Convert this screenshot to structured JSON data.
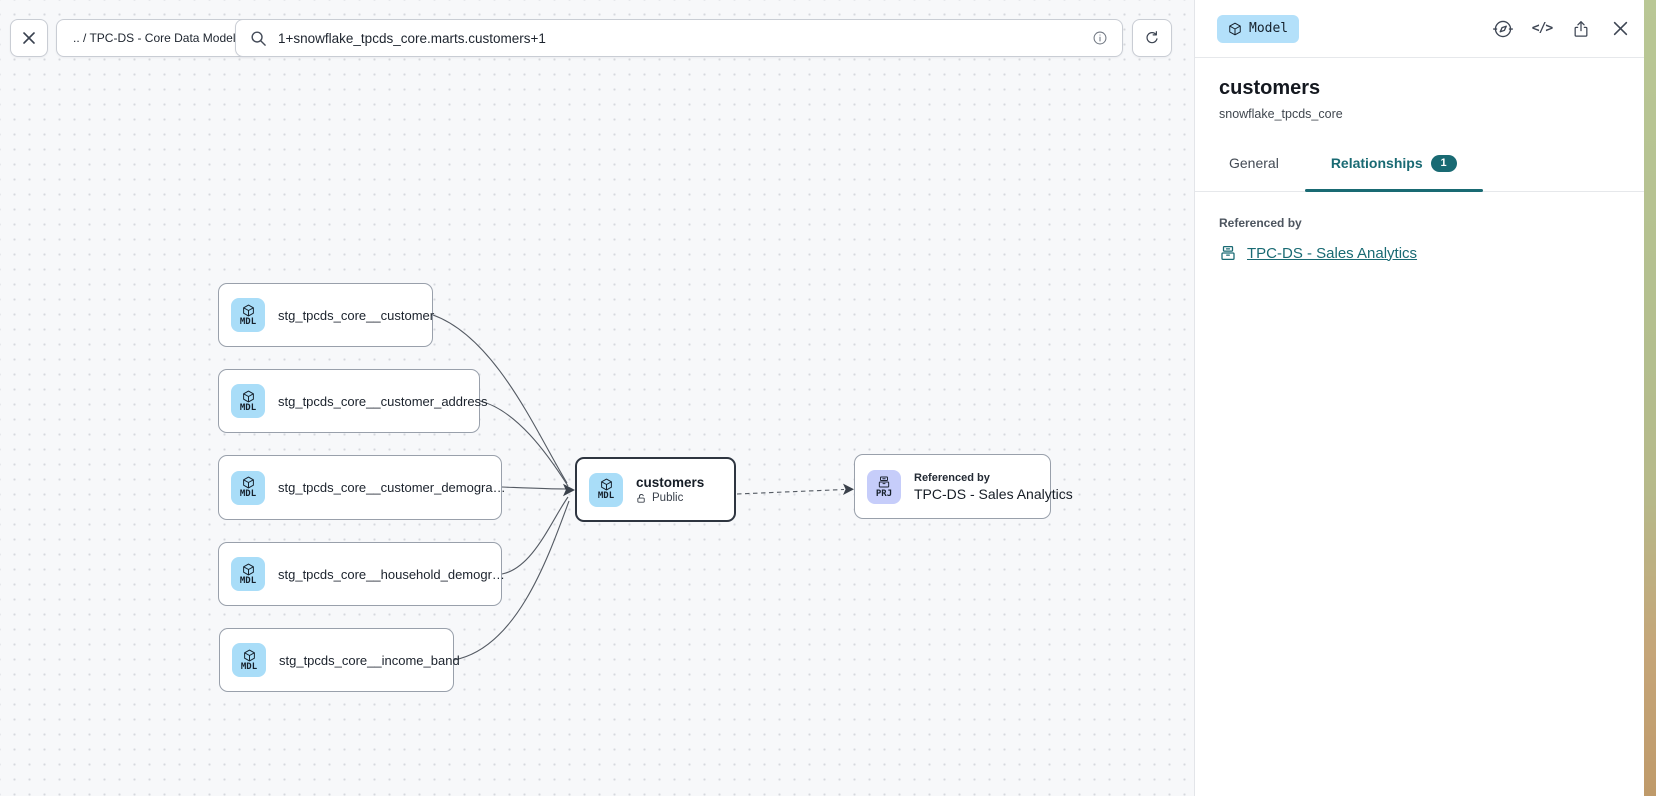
{
  "toolbar": {
    "breadcrumb": ".. / TPC-DS - Core Data Models",
    "search_value": "1+snowflake_tpcds_core.marts.customers+1"
  },
  "graph": {
    "model_badge": "MDL",
    "upstream": [
      {
        "label": "stg_tpcds_core__customer"
      },
      {
        "label": "stg_tpcds_core__customer_address"
      },
      {
        "label": "stg_tpcds_core__customer_demogra…"
      },
      {
        "label": "stg_tpcds_core__household_demogr…"
      },
      {
        "label": "stg_tpcds_core__income_band"
      }
    ],
    "center": {
      "title": "customers",
      "visibility": "Public"
    },
    "referenced": {
      "badge": "PRJ",
      "eyebrow": "Referenced by",
      "title": "TPC-DS - Sales Analytics"
    }
  },
  "panel": {
    "type_badge": "Model",
    "title": "customers",
    "subtitle": "snowflake_tpcds_core",
    "tabs": [
      {
        "label": "General"
      },
      {
        "label": "Relationships",
        "count": "1"
      }
    ],
    "referenced_by": {
      "heading": "Referenced by",
      "link": "TPC-DS - Sales Analytics"
    }
  },
  "colors": {
    "accent_teal": "#196a73",
    "model_badge_bg": "#a9ddf8",
    "project_badge_bg": "#c6cdfa",
    "canvas_bg": "#f7f8fa"
  }
}
